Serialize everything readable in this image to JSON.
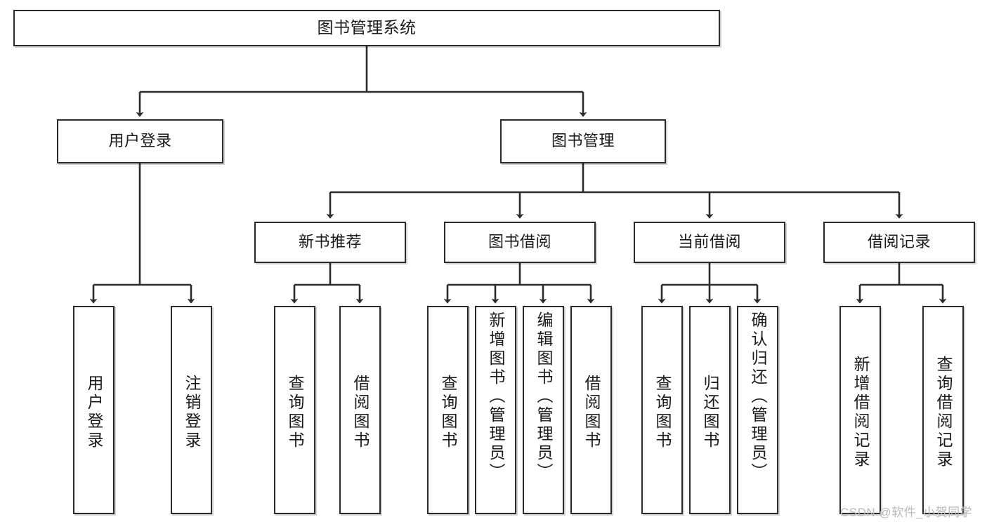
{
  "diagram": {
    "title": "图书管理系统",
    "type": "tree-hierarchy",
    "watermark": "CSDN @软件_小贺同学",
    "colors": {
      "box_border": "#2b2b2b",
      "box_fill": "#ffffff",
      "connector": "#2b2b2b",
      "watermark": "#b9b9b9"
    },
    "nodes": {
      "root": "图书管理系统",
      "level2": {
        "user_login": "用户登录",
        "book_manage": "图书管理"
      },
      "level3": {
        "new_book_rec": "新书推荐",
        "book_borrow": "图书借阅",
        "current_borrow": "当前借阅",
        "borrow_record": "借阅记录"
      },
      "leaves": {
        "user_login_1": "用户登录",
        "user_login_2": "注销登录",
        "new_book_rec_1": "查询图书",
        "new_book_rec_2": "借阅图书",
        "book_borrow_1": "查询图书",
        "book_borrow_2": "新增图书（管理员）",
        "book_borrow_3": "编辑图书（管理员）",
        "book_borrow_4": "借阅图书",
        "current_borrow_1": "查询图书",
        "current_borrow_2": "归还图书",
        "current_borrow_3": "确认归还（管理员）",
        "borrow_record_1": "新增借阅记录",
        "borrow_record_2": "查询借阅记录"
      }
    }
  }
}
